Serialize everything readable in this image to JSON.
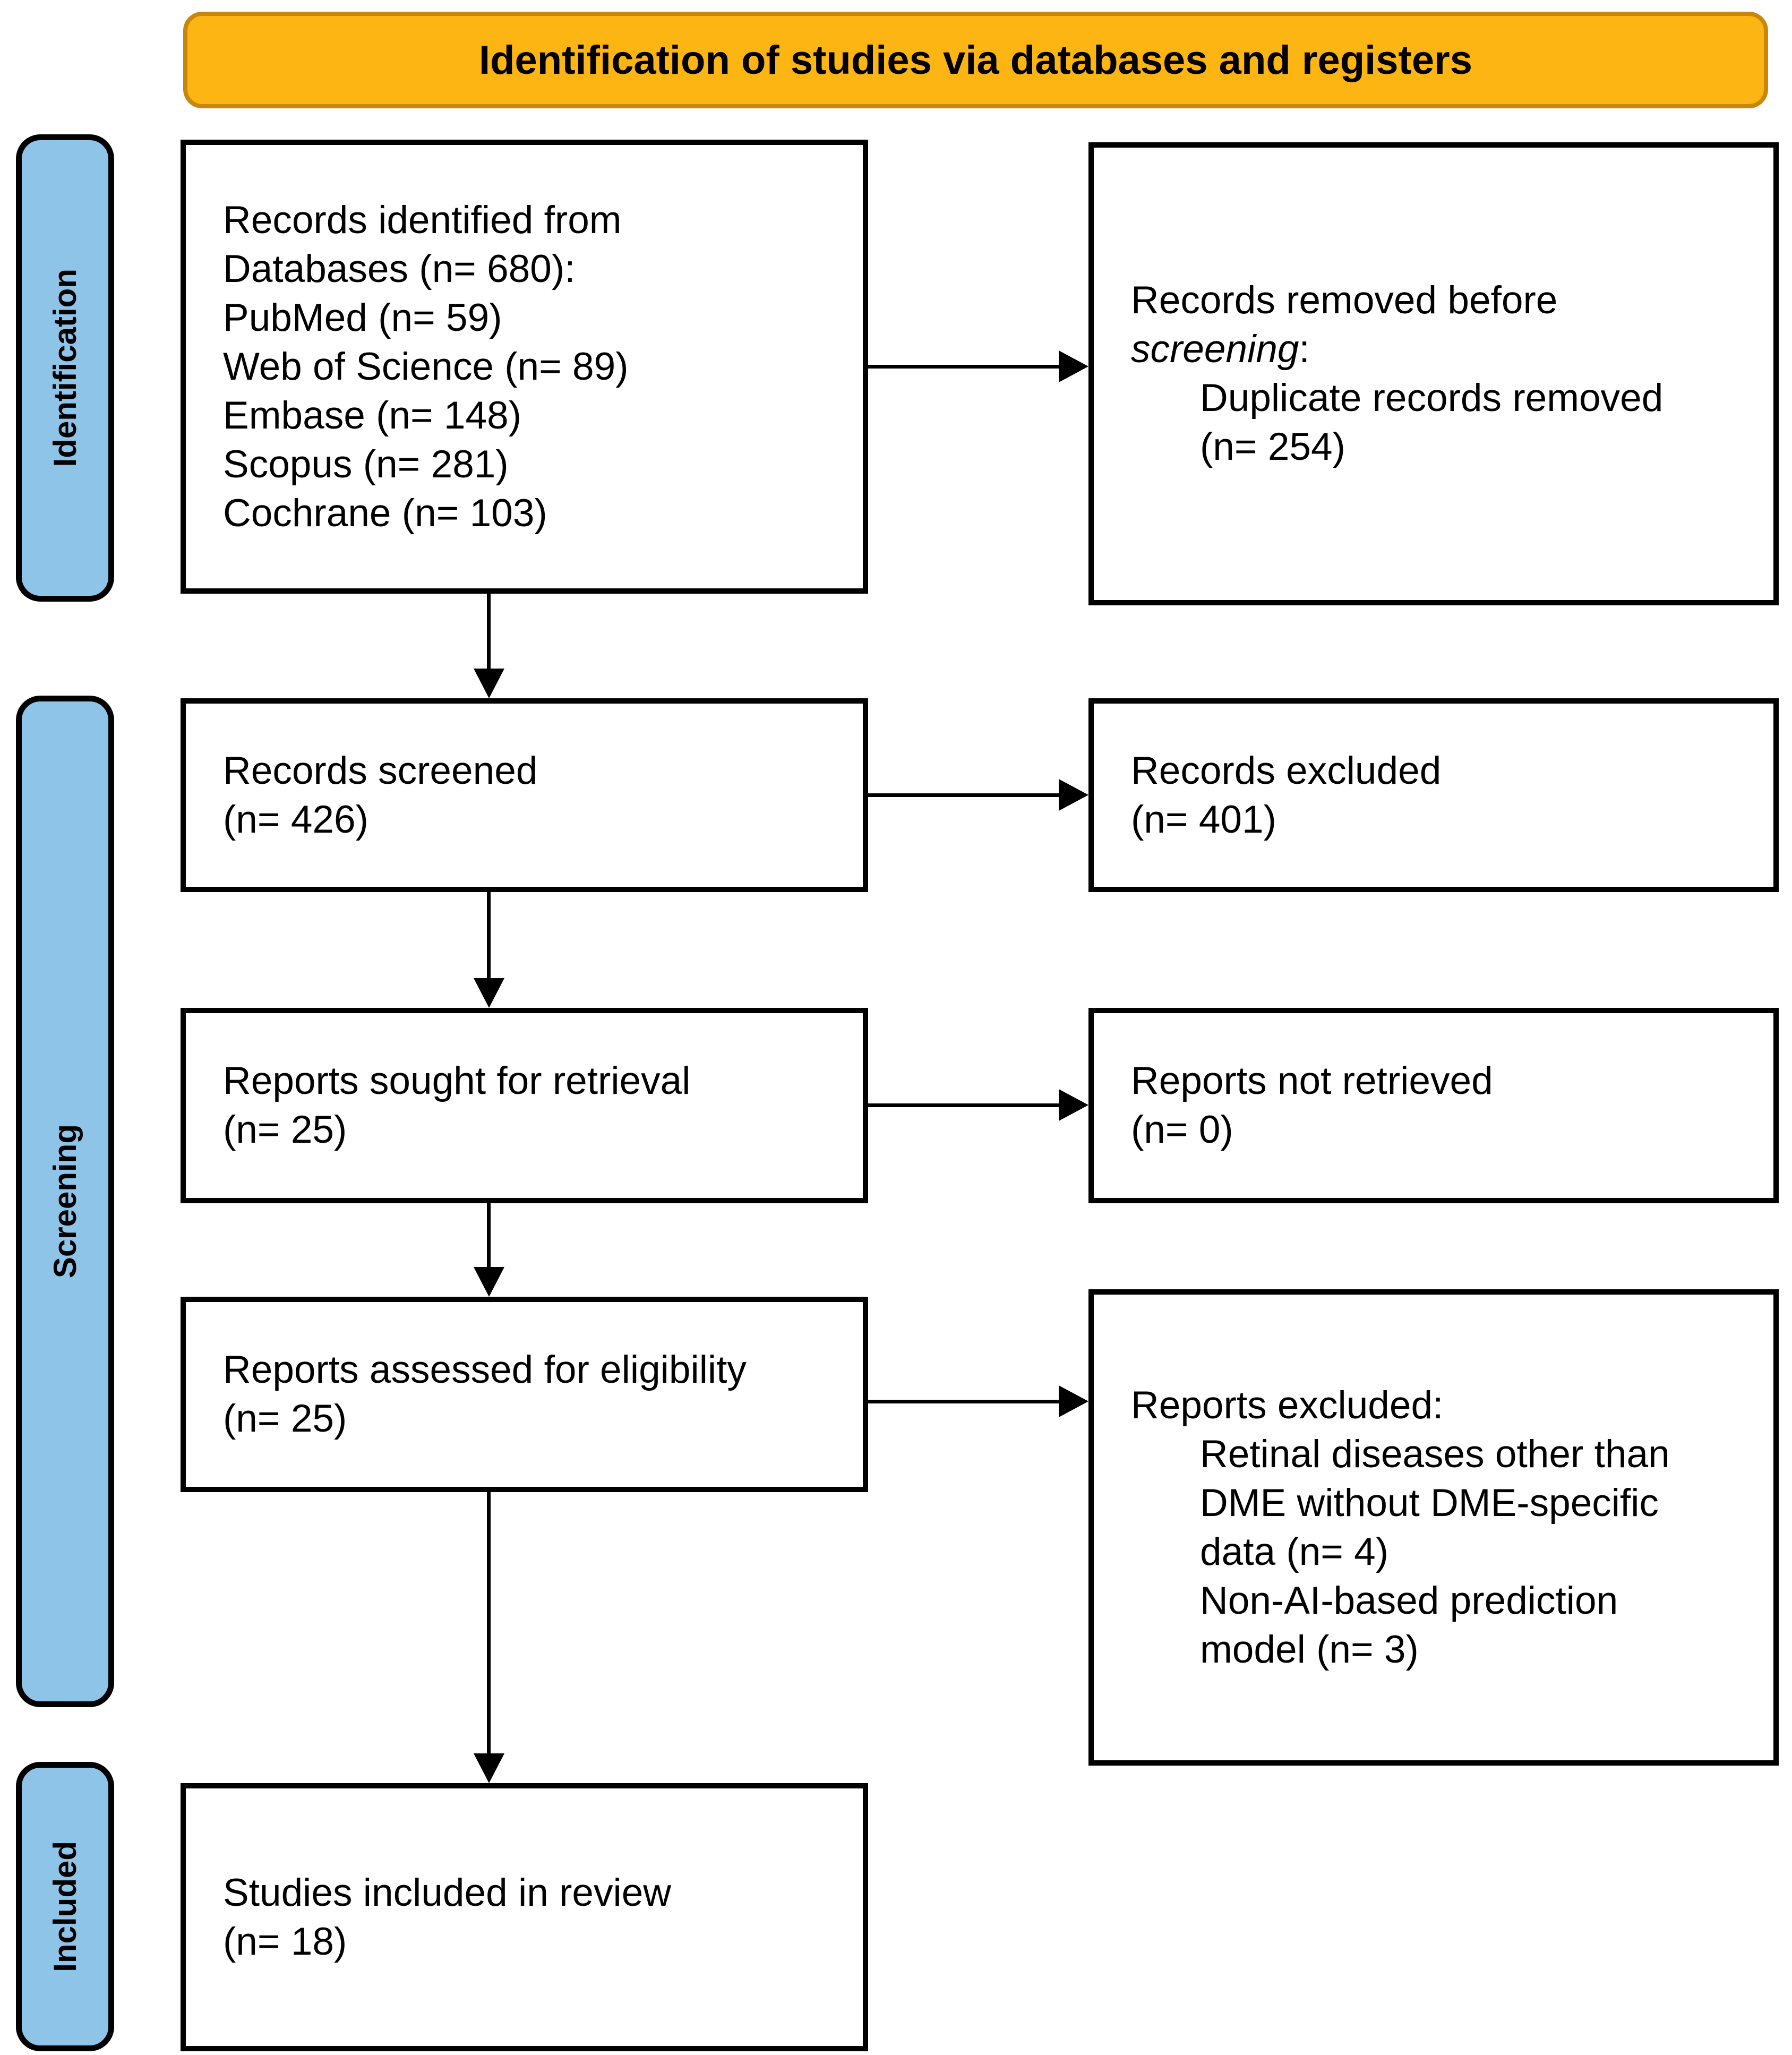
{
  "banner": {
    "title": "Identification of studies via databases and registers"
  },
  "sidebar": {
    "identification": "Identification",
    "screening": "Screening",
    "included": "Included"
  },
  "boxes": {
    "records_identified": {
      "l1": "Records identified from",
      "l2": "Databases (n= 680):",
      "l3": "PubMed (n= 59)",
      "l4": "Web of Science (n= 89)",
      "l5": "Embase (n= 148)",
      "l6": "Scopus (n= 281)",
      "l7": "Cochrane (n= 103)"
    },
    "records_removed": {
      "l1": "Records removed before",
      "l2_italic": "screening",
      "l2_colon": ":",
      "l3": "Duplicate records removed",
      "l4": "(n= 254)"
    },
    "records_screened": {
      "l1": "Records screened",
      "l2": "(n= 426)"
    },
    "records_excluded": {
      "l1": "Records excluded",
      "l2": "(n= 401)"
    },
    "reports_sought": {
      "l1": "Reports sought for retrieval",
      "l2": "(n= 25)"
    },
    "reports_not_retrieved": {
      "l1": "Reports not retrieved",
      "l2": "(n= 0)"
    },
    "reports_assessed": {
      "l1": "Reports assessed for eligibility",
      "l2": "(n= 25)"
    },
    "reports_excluded": {
      "l1": "Reports excluded:",
      "l2": "Retinal diseases other than",
      "l3": "DME without DME-specific",
      "l4": "data (n= 4)",
      "l5": "Non-AI-based prediction",
      "l6": "model (n= 3)"
    },
    "studies_included": {
      "l1": "Studies included in review",
      "l2": "(n= 18)"
    }
  },
  "colors": {
    "banner_fill": "#FCB512",
    "banner_border": "#C8860B",
    "sidebar_fill": "#8FC4E9",
    "box_border": "#000000"
  }
}
